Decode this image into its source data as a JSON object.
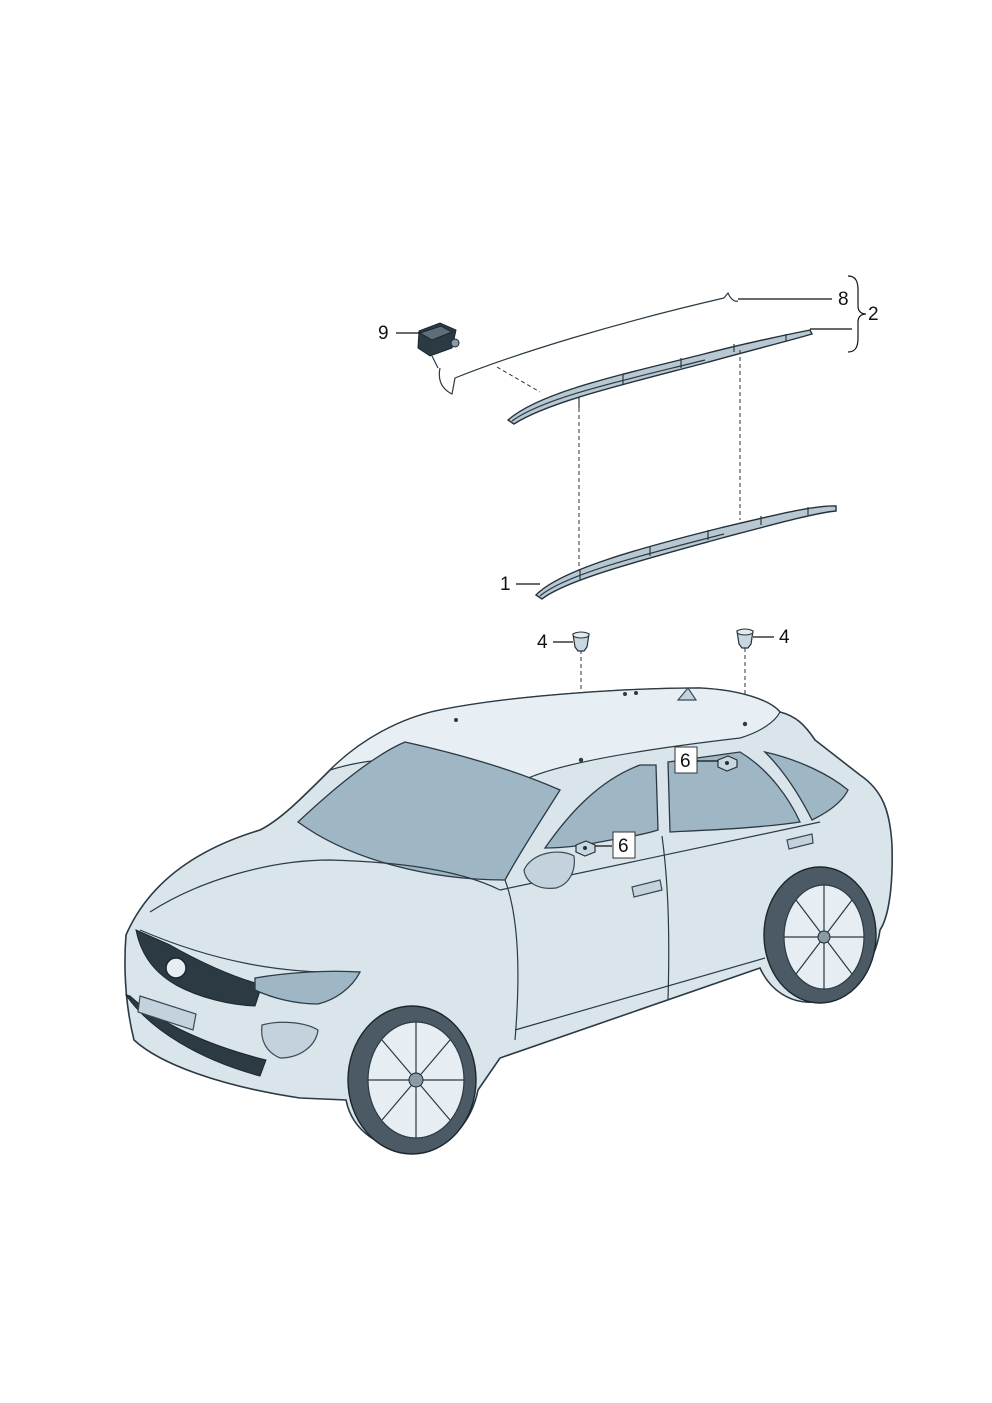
{
  "callouts": {
    "c1": "1",
    "c2": "2",
    "c4a": "4",
    "c4b": "4",
    "c6a": "6",
    "c6b": "6",
    "c8": "8",
    "c9": "9"
  },
  "icons": [
    "roof-rail",
    "antenna-cable",
    "connector",
    "retaining-clip",
    "nut",
    "vehicle"
  ],
  "colors": {
    "paint": "#d9e4eb",
    "glass": "#9fb6c4",
    "outline": "#2b3a44"
  }
}
